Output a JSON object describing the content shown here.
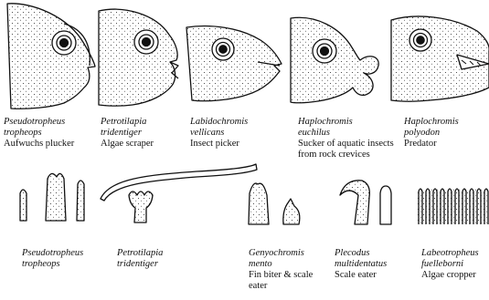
{
  "fish_row": [
    {
      "species_line1": "Pseudotropheus",
      "species_line2": "tropheops",
      "role": "Aufwuchs plucker"
    },
    {
      "species_line1": "Petrotilapia",
      "species_line2": "tridentiger",
      "role": "Algae scraper"
    },
    {
      "species_line1": "Labidochromis",
      "species_line2": "vellicans",
      "role": "Insect picker"
    },
    {
      "species_line1": "Haplochromis",
      "species_line2": "euchilus",
      "role": "Sucker of aquatic insects from rock crevices"
    },
    {
      "species_line1": "Haplochromis",
      "species_line2": "polyodon",
      "role": "Predator"
    }
  ],
  "teeth_row": [
    {
      "species_line1": "Pseudotropheus",
      "species_line2": "tropheops",
      "role": ""
    },
    {
      "species_line1": "Petrotilapia",
      "species_line2": "tridentiger",
      "role": ""
    },
    {
      "species_line1": "Genyochromis",
      "species_line2": "mento",
      "role": "Fin biter & scale eater"
    },
    {
      "species_line1": "Plecodus",
      "species_line2": "multidentatus",
      "role": "Scale eater"
    },
    {
      "species_line1": "Labeotropheus",
      "species_line2": "fuelleborni",
      "role": "Algae cropper"
    }
  ]
}
